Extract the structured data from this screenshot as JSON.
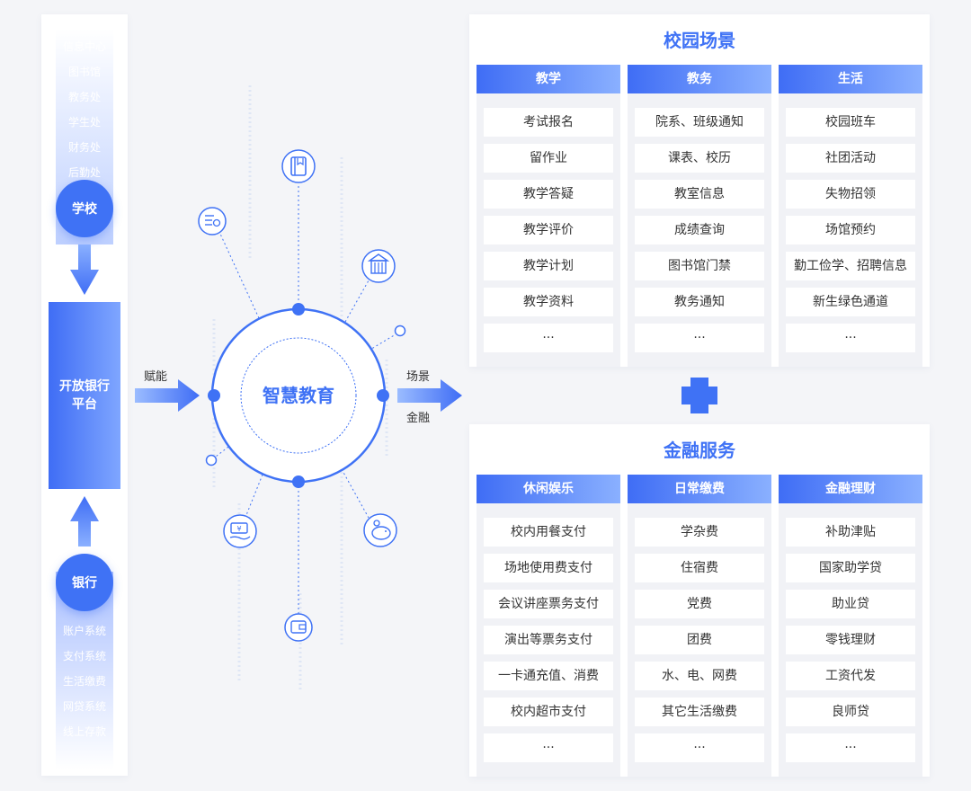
{
  "school": {
    "items": [
      "信息中心",
      "图书馆",
      "教务处",
      "学生处",
      "财务处",
      "后勤处"
    ],
    "label": "学校"
  },
  "bank": {
    "label": "银行",
    "items": [
      "账户系统",
      "支付系统",
      "生活缴费",
      "网贷系统",
      "线上存款"
    ]
  },
  "platform": {
    "line1": "开放银行",
    "line2": "平台"
  },
  "connector": {
    "left_label": "赋能",
    "right_top": "场景",
    "right_bottom": "金融"
  },
  "hub": {
    "title": "智慧教育"
  },
  "campus": {
    "title": "校园场景",
    "columns": [
      {
        "header": "教学",
        "items": [
          "考试报名",
          "留作业",
          "教学答疑",
          "教学评价",
          "教学计划",
          "教学资料",
          "···"
        ]
      },
      {
        "header": "教务",
        "items": [
          "院系、班级通知",
          "课表、校历",
          "教室信息",
          "成绩查询",
          "图书馆门禁",
          "教务通知",
          "···"
        ]
      },
      {
        "header": "生活",
        "items": [
          "校园班车",
          "社团活动",
          "失物招领",
          "场馆预约",
          "勤工俭学、招聘信息",
          "新生绿色通道",
          "···"
        ]
      }
    ]
  },
  "finance": {
    "title": "金融服务",
    "columns": [
      {
        "header": "休闲娱乐",
        "items": [
          "校内用餐支付",
          "场地使用费支付",
          "会议讲座票务支付",
          "演出等票务支付",
          "一卡通充值、消费",
          "校内超市支付",
          "···"
        ]
      },
      {
        "header": "日常缴费",
        "items": [
          "学杂费",
          "住宿费",
          "党费",
          "团费",
          "水、电、网费",
          "其它生活缴费",
          "···"
        ]
      },
      {
        "header": "金融理财",
        "items": [
          "补助津贴",
          "国家助学贷",
          "助业贷",
          "零钱理财",
          "工资代发",
          "良师贷",
          "···"
        ]
      }
    ]
  },
  "icons": [
    "book-icon",
    "building-icon",
    "settings-list-icon",
    "piggy-bank-icon",
    "yuan-card-icon",
    "wallet-icon"
  ],
  "colors": {
    "primary": "#3f72f5",
    "light": "#8ab0ff",
    "background": "#f4f5f8"
  }
}
